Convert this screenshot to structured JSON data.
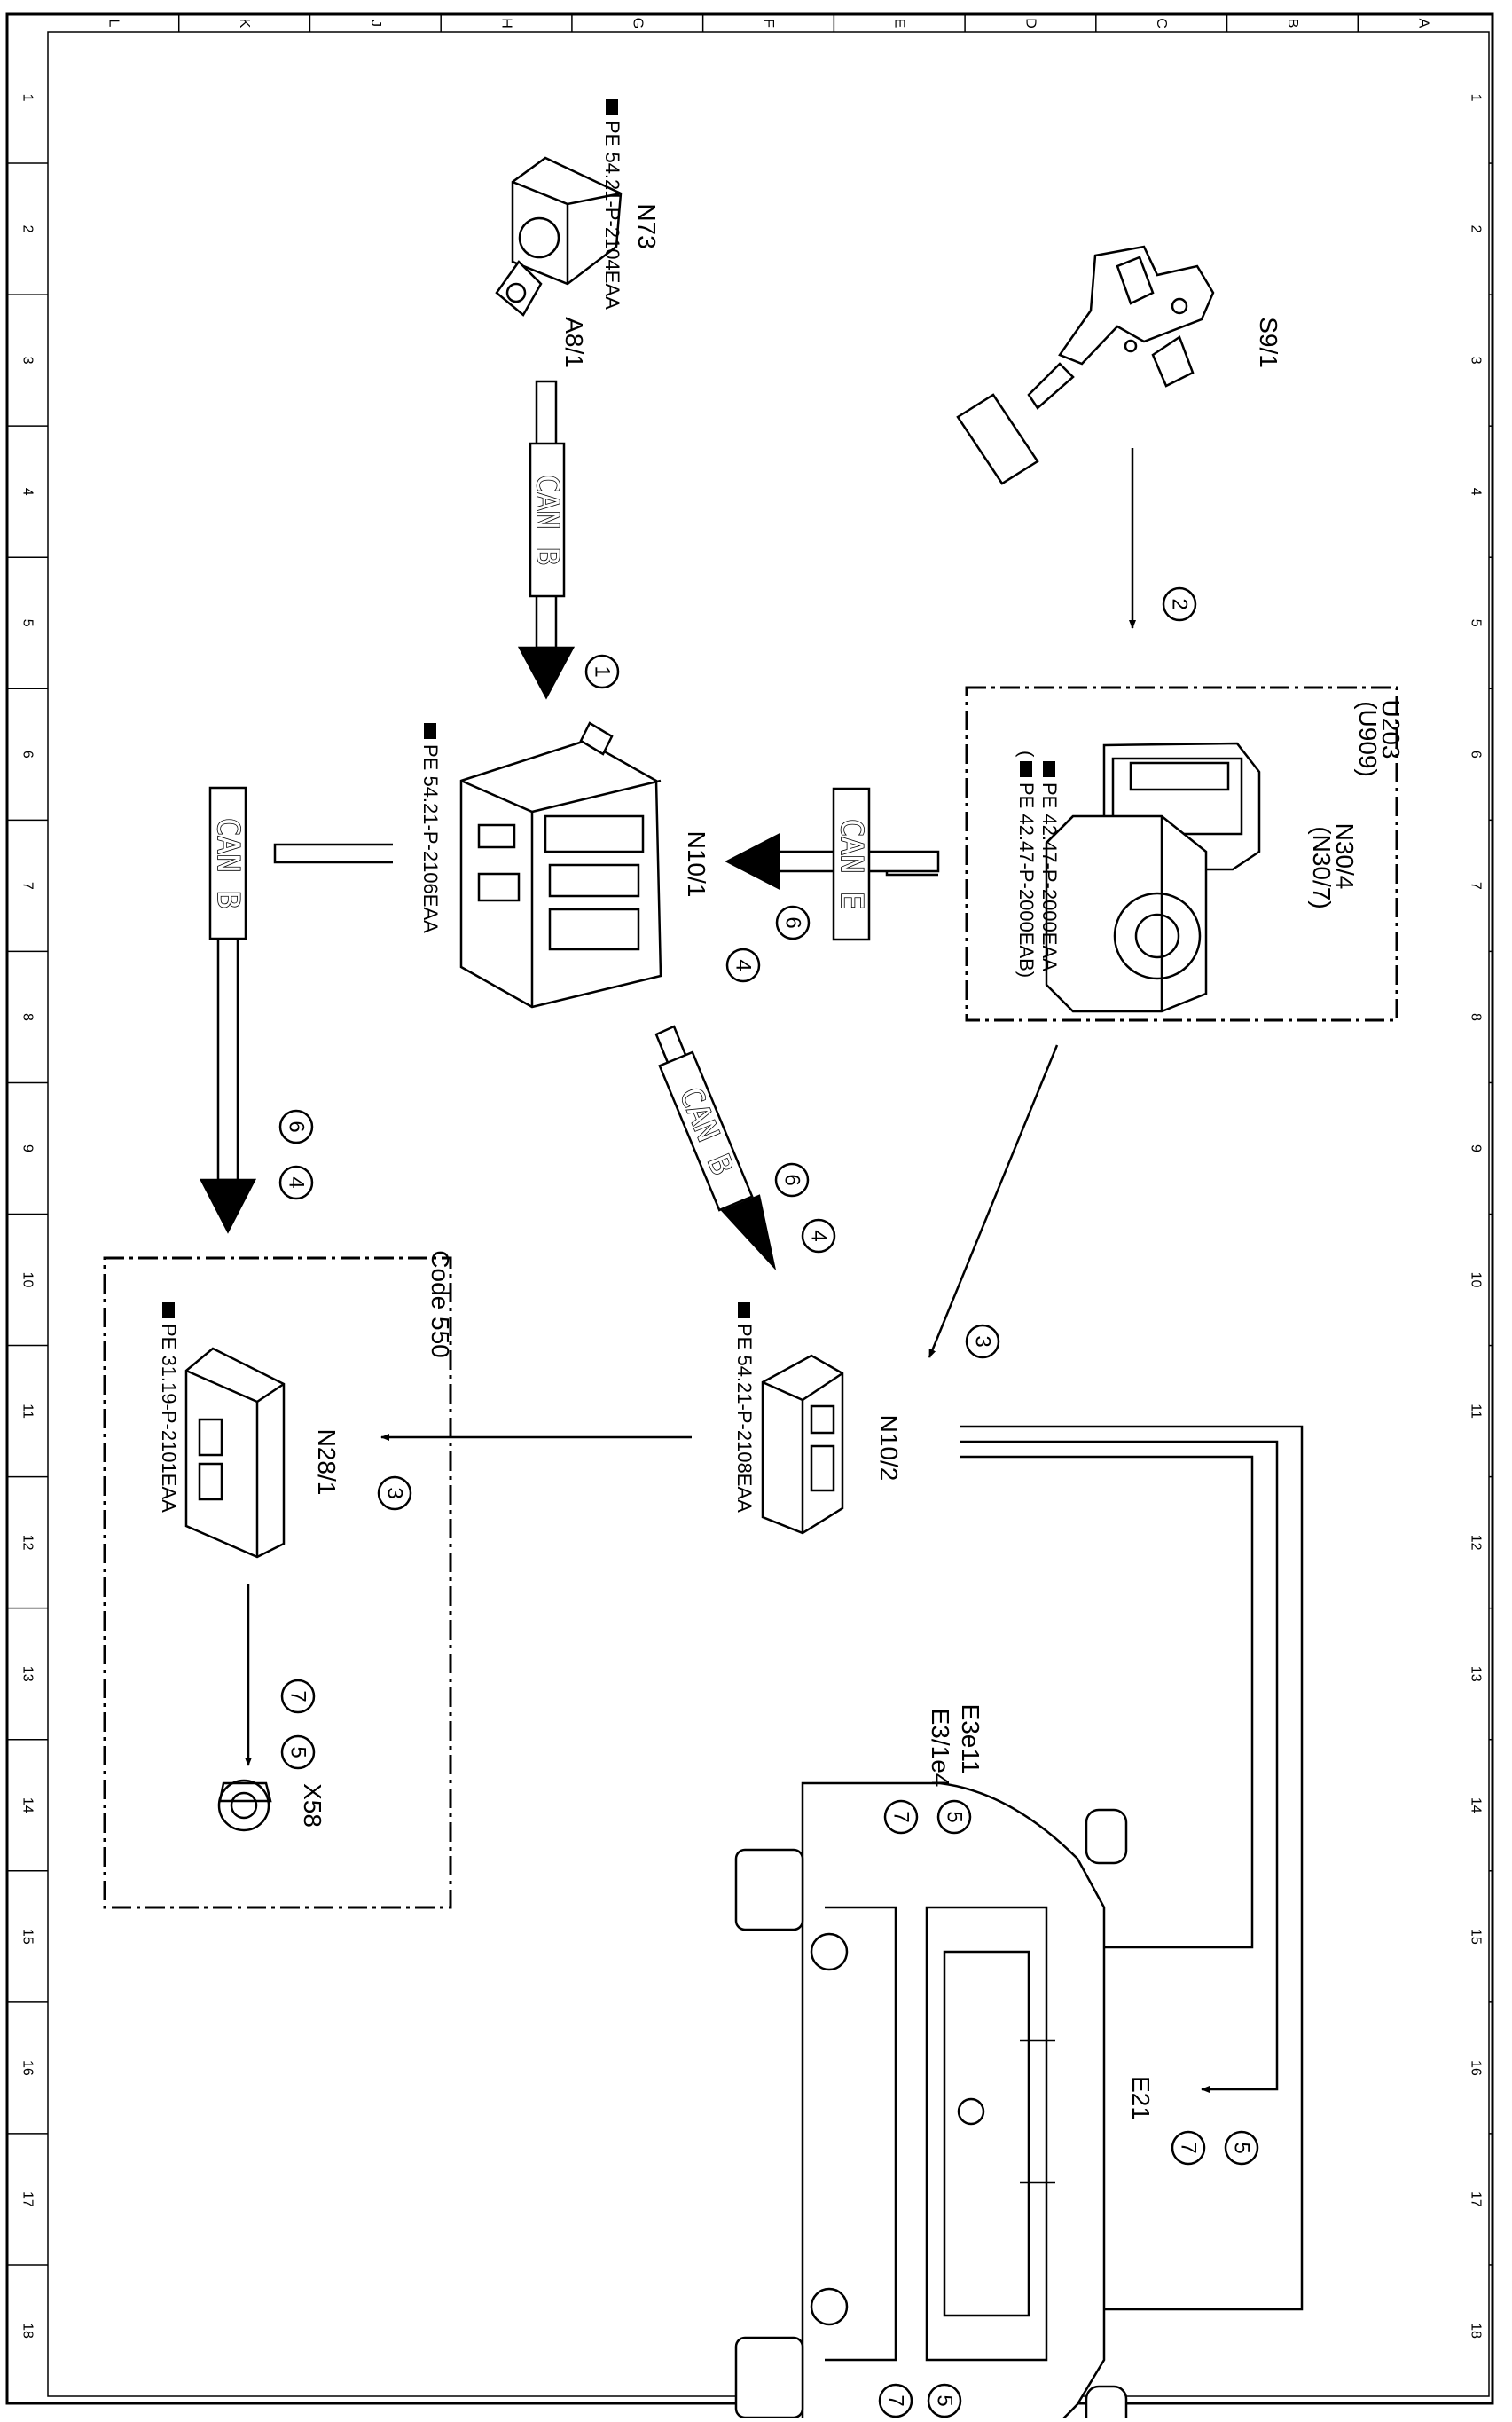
{
  "frame": {
    "columns": [
      "L",
      "K",
      "J",
      "H",
      "G",
      "F",
      "E",
      "D",
      "C",
      "B",
      "A"
    ],
    "rows": [
      "1",
      "2",
      "3",
      "4",
      "5",
      "6",
      "7",
      "8",
      "9",
      "10",
      "11",
      "12",
      "13",
      "14",
      "15",
      "16",
      "17",
      "18"
    ]
  },
  "components": {
    "s9_1": "S9/1",
    "n73": "N73",
    "a8_1": "A8/1",
    "u203": "U203",
    "u909": "(U909)",
    "n30_4": "N30/4",
    "n30_7": "(N30/7)",
    "n10_1": "N10/1",
    "n10_2": "N10/2",
    "n28_1": "N28/1",
    "x58": "X58",
    "e21": "E21",
    "e3e11": "E3e11",
    "e3_1e4": "E3/1e4",
    "code550": "Code 550"
  },
  "references": {
    "n73": "PE 54.21-P-2104EAA",
    "n30_a": "PE 42.47-P-2000EAA",
    "n30_b": "PE 42.47-P-2000EAB)",
    "n10_1": "PE 54.21-P-2106EAA",
    "n10_2": "PE 54.21-P-2108EAA",
    "n28_1": "PE 31.19-P-2101EAA"
  },
  "buses": {
    "can_b": "CAN B",
    "can_e": "CAN E"
  },
  "markers": {
    "m1": "1",
    "m2": "2",
    "m3": "3",
    "m4": "4",
    "m5": "5",
    "m6": "6",
    "m7": "7"
  },
  "colors": {
    "line": "#000000",
    "background": "#ffffff",
    "bus_fill": "#ffffff"
  }
}
